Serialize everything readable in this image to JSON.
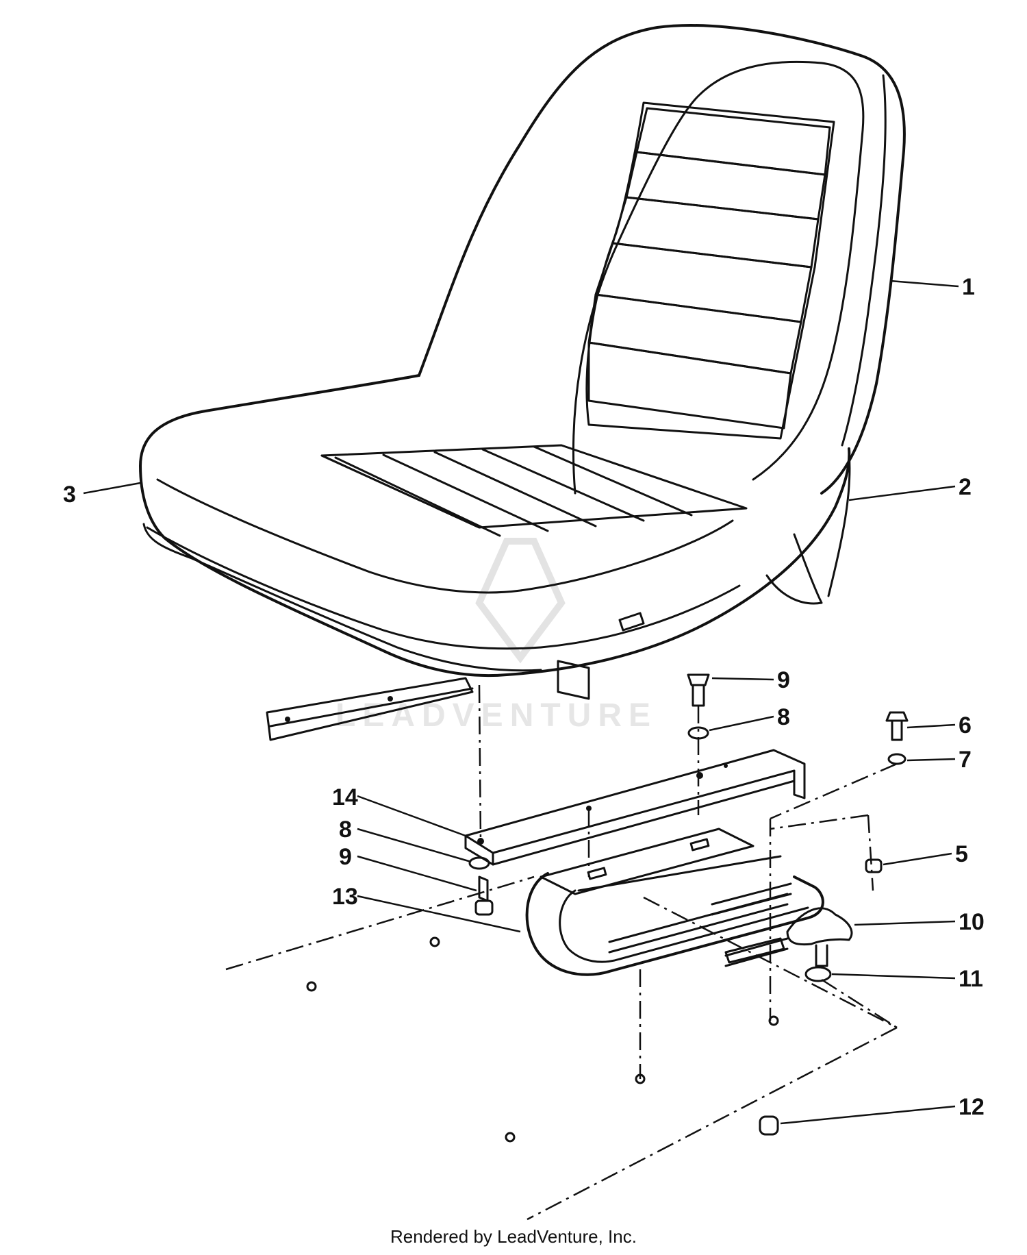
{
  "callouts": {
    "c1": "1",
    "c2": "2",
    "c3": "3",
    "c5": "5",
    "c6": "6",
    "c7": "7",
    "c8a": "8",
    "c8b": "8",
    "c9a": "9",
    "c9b": "9",
    "c10": "10",
    "c11": "11",
    "c12": "12",
    "c13": "13",
    "c14": "14"
  },
  "watermark": "LEADVENTURE",
  "footer": "Rendered by LeadVenture, Inc."
}
